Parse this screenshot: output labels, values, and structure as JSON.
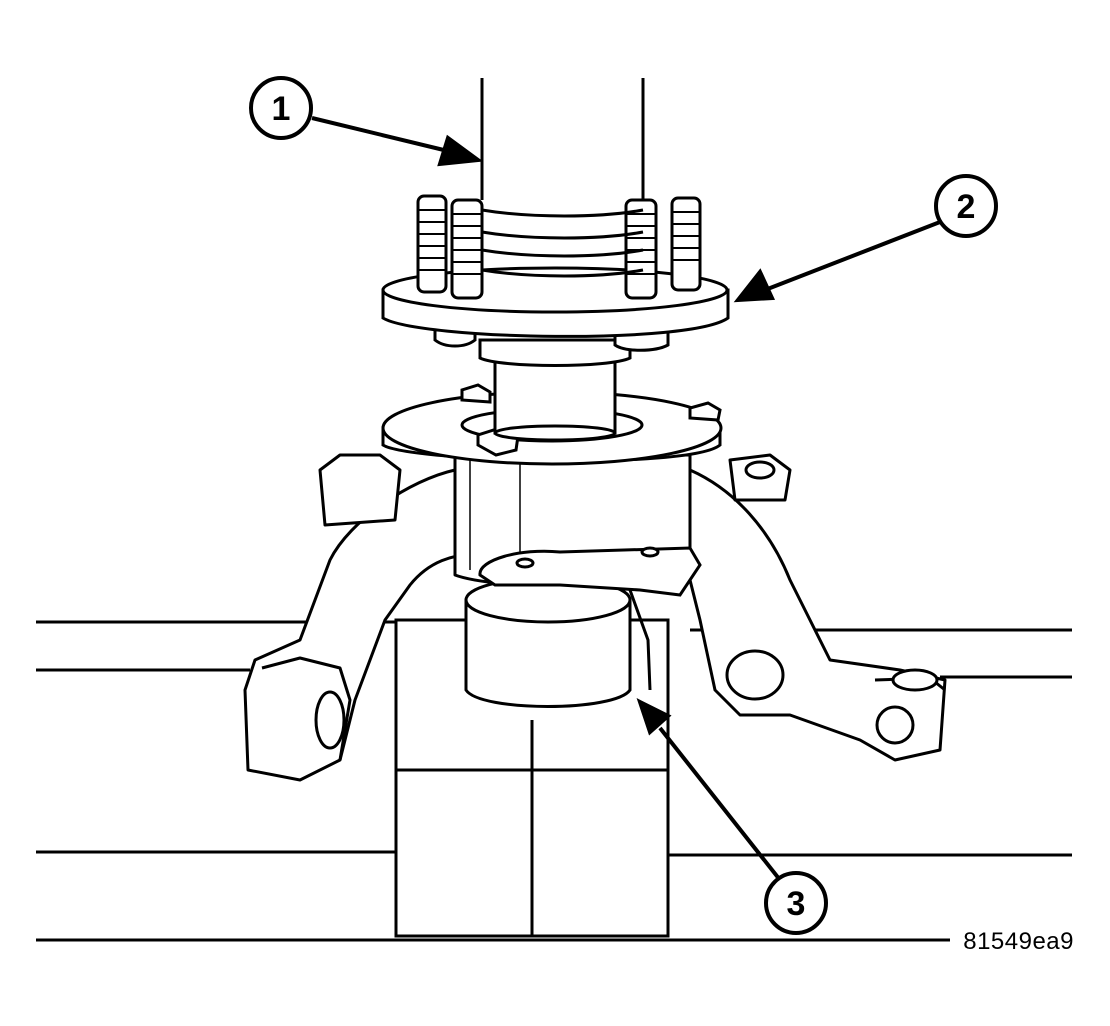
{
  "figure_id": "81549ea9",
  "callouts": {
    "c1": "1",
    "c2": "2",
    "c3": "3"
  }
}
